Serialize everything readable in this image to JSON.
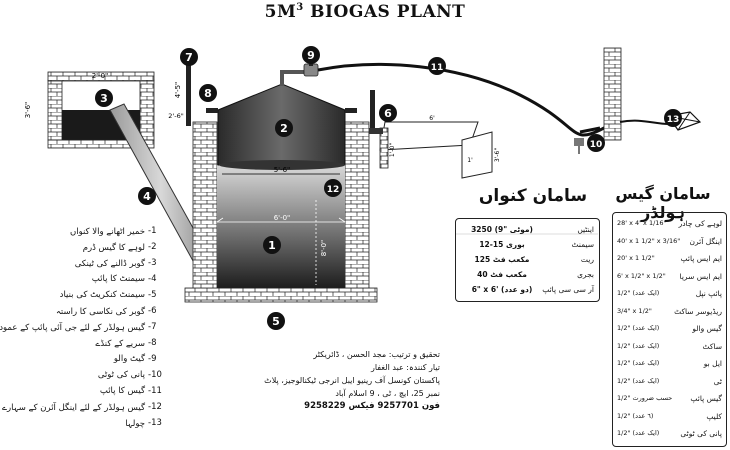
{
  "title": {
    "main": "5M",
    "sup": "3",
    "rest": " BIOGAS PLANT"
  },
  "callouts": [
    "1",
    "2",
    "3",
    "4",
    "5",
    "6",
    "7",
    "8",
    "9",
    "10",
    "11",
    "12",
    "13"
  ],
  "dimensions": {
    "pit_width": "2'-0\"",
    "pit_height": "3'-6\"",
    "pipe_height": "4'-5\"",
    "side_height": "2'-6\"",
    "dome_base_width": "5'-6\"",
    "tank_width": "6'-0\"",
    "tank_depth": "8'-0\"",
    "slurry_top_width": "6'",
    "slurry_side": "1'-0\"",
    "slurry_small": "1'",
    "slurry_depth": "3'-6\""
  },
  "legend": [
    {
      "num": "-1",
      "text": "خمیر اٹھانے والا کنواں"
    },
    {
      "num": "-2",
      "text": "لوہے کا گیس ڈرم"
    },
    {
      "num": "-3",
      "text": "گوبر ڈالنے کی ٹینکی"
    },
    {
      "num": "-4",
      "text": "سیمنٹ کا پائپ"
    },
    {
      "num": "-5",
      "text": "سیمنٹ کنکریٹ کی بنیاد"
    },
    {
      "num": "-6",
      "text": "گوبر کی نکاسی کا راستہ"
    },
    {
      "num": "-7",
      "text": "گیس ہولڈر کے لئے جی آئی پائپ کے عمودی سہارے"
    },
    {
      "num": "-8",
      "text": "سریے کے کنڈے"
    },
    {
      "num": "-9",
      "text": "گیٹ والو"
    },
    {
      "num": "-10",
      "text": "پانی کی ٹوٹی"
    },
    {
      "num": "-11",
      "text": "گیس کا پائپ"
    },
    {
      "num": "-12",
      "text": "گیس ہولڈر کے لئے اینگل آئرن کے سہارے"
    },
    {
      "num": "-13",
      "text": "چولہا"
    }
  ],
  "credits": {
    "line1": "تحقیق و ترتیب: مجد الحسن ، ڈائریکٹر",
    "line2": "تیار کنندہ: عبد الغفار",
    "line3": "پاکستان کونسل آف رینیو ایبل انرجی ٹیکنالوجیز، پلاٹ نمبر 25، ایچ ، ٹی ، 9 اسلام آباد",
    "phone": "فون 9257701 فیکس 9258229"
  },
  "well_section": {
    "title": "سامان کنواں",
    "rows": [
      {
        "label": "اینٹیں",
        "value": "3250 (9\" موٹی)"
      },
      {
        "label": "سیمنٹ",
        "value": "12-15 بوری"
      },
      {
        "label": "ریت",
        "value": "125 مکعب فٹ"
      },
      {
        "label": "بجری",
        "value": "40 مکعب فٹ"
      },
      {
        "label": "آر سی سی پائپ",
        "value": "6\" x 6' (دو عدد)"
      }
    ]
  },
  "gas_holder_section": {
    "title": "سامان گیس ہولڈر",
    "rows": [
      {
        "label": "لوہے کی چادر",
        "value": "28' x 4' x 1/16\""
      },
      {
        "label": "اینگل آئرن",
        "value": "40' x 1 1/2\" x 3/16\""
      },
      {
        "label": "ایم ایس پائپ",
        "value": "20' x 1 1/2\""
      },
      {
        "label": "ایم ایس سریا",
        "value": "6' x 1/2\" x 1/2\""
      },
      {
        "label": "پائپ نپل",
        "value": "1/2\" (ایک عدد)"
      },
      {
        "label": "ریڈیوسر ساکٹ",
        "value": "3/4\" x 1/2\""
      },
      {
        "label": "گیس والو",
        "value": "1/2\" (ایک عدد)"
      },
      {
        "label": "ساکٹ",
        "value": "1/2\" (ایک عدد)"
      },
      {
        "label": "ایل بو",
        "value": "1/2\" (ایک عدد)"
      },
      {
        "label": "ٹی",
        "value": "1/2\" (ایک عدد)"
      },
      {
        "label": "گیس پائپ",
        "value": "1/2\" حسب ضرورت"
      },
      {
        "label": "کلیپ",
        "value": "1/2\" (٦ عدد)"
      },
      {
        "label": "پانی کی ٹوٹی",
        "value": "1/2\" (ایک عدد)"
      }
    ]
  }
}
